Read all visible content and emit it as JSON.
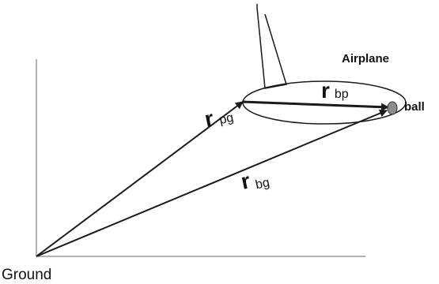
{
  "labels": {
    "airplane": "Airplane",
    "ball": "ball",
    "ground": "Ground"
  },
  "vectors": {
    "pg": {
      "symbol": "r",
      "subscript": "pg"
    },
    "bp": {
      "symbol": "r",
      "subscript": "bp"
    },
    "bg": {
      "symbol": "r",
      "subscript": "bg"
    }
  },
  "colors": {
    "line": "#1a1a1a",
    "ball_fill": "#8c8c8c"
  }
}
